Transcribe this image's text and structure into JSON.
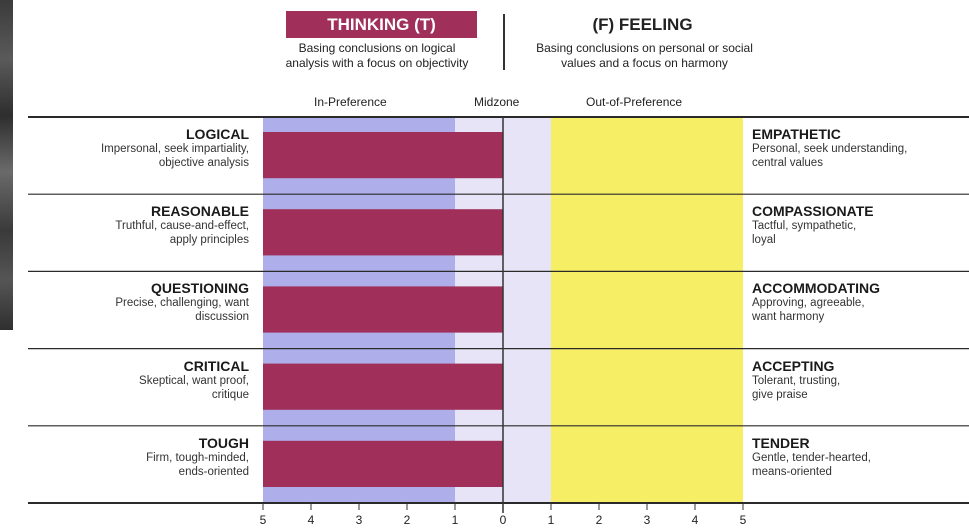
{
  "header": {
    "thinking_title": "THINKING (T)",
    "thinking_desc_line1": "Basing conclusions on logical",
    "thinking_desc_line2": "analysis with a focus on objectivity",
    "feeling_title": "(F) FEELING",
    "feeling_desc_line1": "Basing conclusions on personal or social",
    "feeling_desc_line2": "values and a focus on harmony"
  },
  "zones": {
    "in_preference": "In-Preference",
    "midzone": "Midzone",
    "out_of_preference": "Out-of-Preference"
  },
  "colors": {
    "thinking_accent": "#a0305a",
    "bar_fill": "#a0305a",
    "in_preference_band": "#aeaeea",
    "midzone_band": "#e6e4f6",
    "out_of_preference_band": "#f6ef66",
    "divider": "#333333"
  },
  "chart_data": {
    "type": "bar",
    "orientation": "horizontal-diverging",
    "xlim": [
      -5,
      5
    ],
    "x_tick_labels": [
      "5",
      "4",
      "3",
      "2",
      "1",
      "0",
      "1",
      "2",
      "3",
      "4",
      "5"
    ],
    "bands": [
      {
        "name": "In-Preference",
        "from": -5,
        "to": -1
      },
      {
        "name": "Midzone",
        "from": -1,
        "to": 1
      },
      {
        "name": "Out-of-Preference",
        "from": 1,
        "to": 5
      }
    ],
    "facets": [
      {
        "left": "LOGICAL",
        "left_desc": [
          "Impersonal, seek impartiality,",
          "objective analysis"
        ],
        "right": "EMPATHETIC",
        "right_desc": [
          "Personal, seek understanding,",
          "central values"
        ],
        "value": -5
      },
      {
        "left": "REASONABLE",
        "left_desc": [
          "Truthful, cause-and-effect,",
          "apply principles"
        ],
        "right": "COMPASSIONATE",
        "right_desc": [
          "Tactful, sympathetic,",
          "loyal"
        ],
        "value": -5
      },
      {
        "left": "QUESTIONING",
        "left_desc": [
          "Precise, challenging, want",
          "discussion"
        ],
        "right": "ACCOMMODATING",
        "right_desc": [
          "Approving, agreeable,",
          "want harmony"
        ],
        "value": -5
      },
      {
        "left": "CRITICAL",
        "left_desc": [
          "Skeptical, want proof,",
          "critique"
        ],
        "right": "ACCEPTING",
        "right_desc": [
          "Tolerant, trusting,",
          "give praise"
        ],
        "value": -5
      },
      {
        "left": "TOUGH",
        "left_desc": [
          "Firm, tough-minded,",
          "ends-oriented"
        ],
        "right": "TENDER",
        "right_desc": [
          "Gentle, tender-hearted,",
          "means-oriented"
        ],
        "value": -5
      }
    ]
  }
}
